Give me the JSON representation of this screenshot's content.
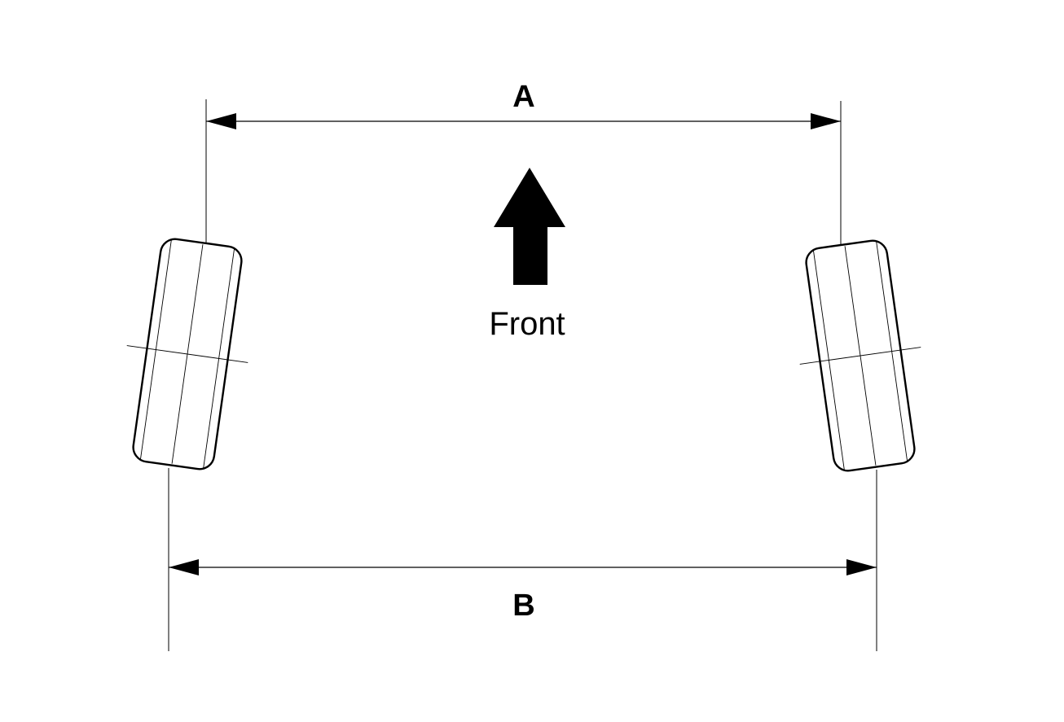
{
  "labels": {
    "top_dimension": "A",
    "bottom_dimension": "B",
    "direction": "Front"
  },
  "colors": {
    "line": "#000000",
    "background": "#ffffff"
  }
}
